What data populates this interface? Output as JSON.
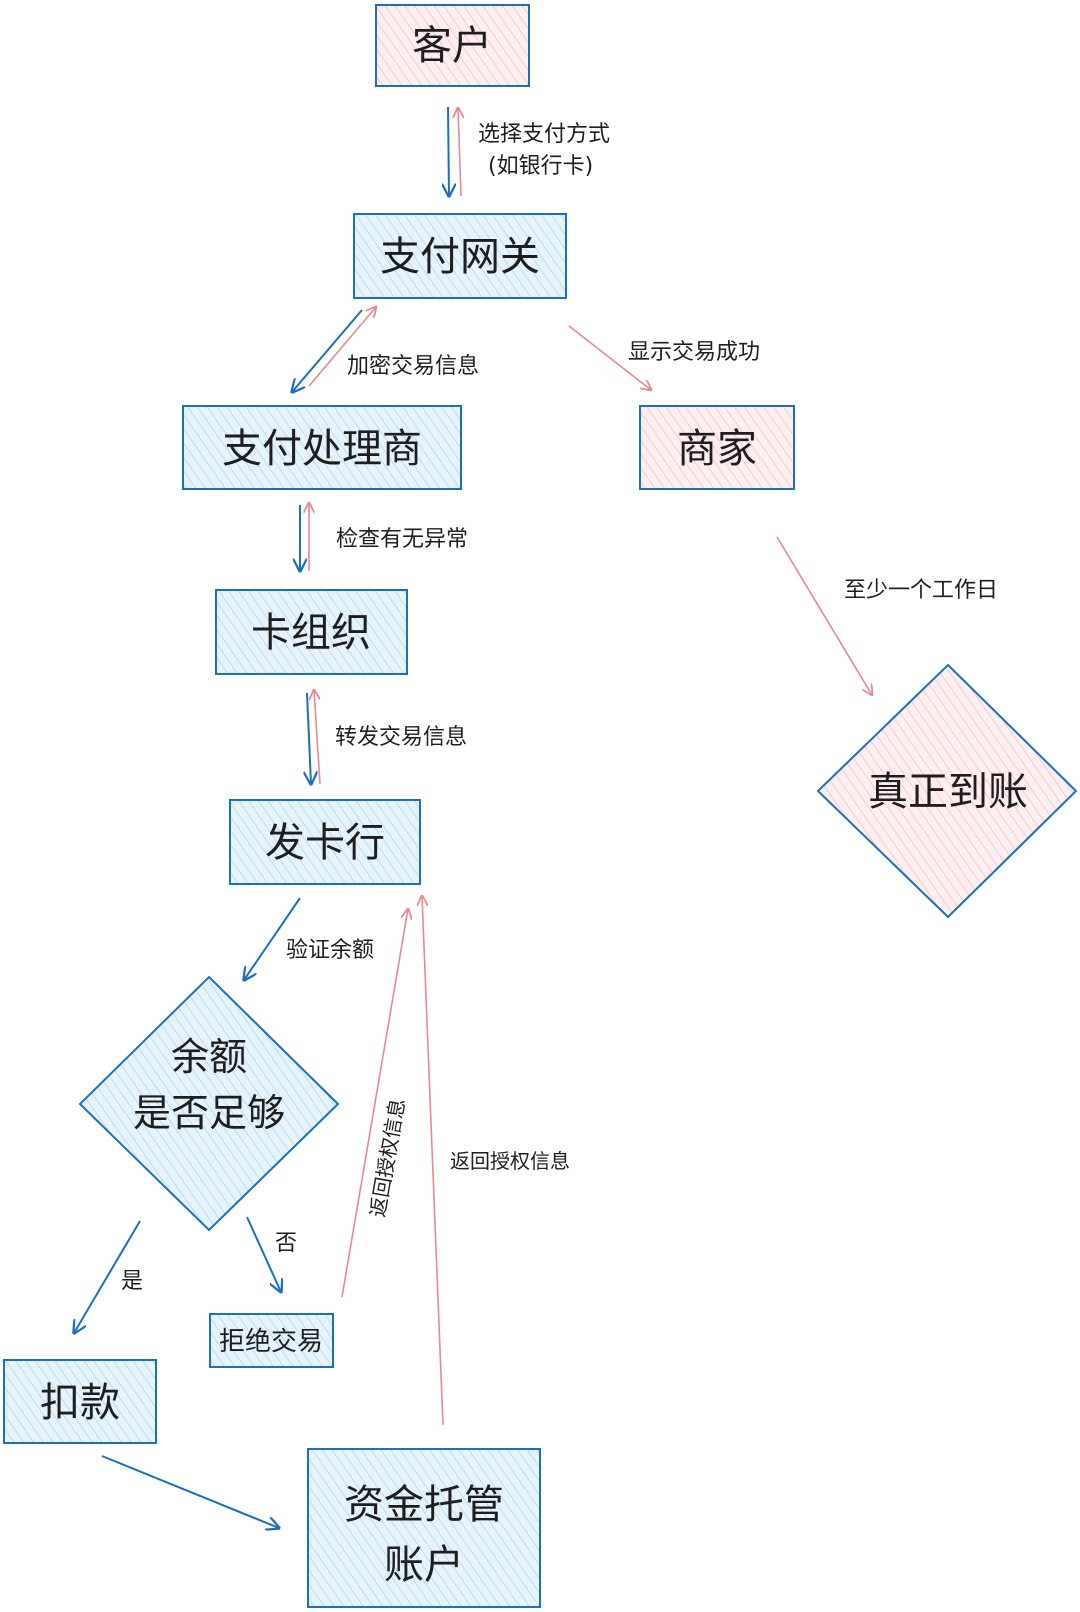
{
  "colors": {
    "blue": "#1971c2",
    "red": "#f08c8c",
    "blue_fill": "#d6ebf7",
    "red_fill": "#fbe3e6",
    "stroke_blue": "#1c6fbd",
    "stroke_red": "#e8898f"
  },
  "nodes": {
    "customer": "客户",
    "gateway": "支付网关",
    "processor": "支付处理商",
    "merchant": "商家",
    "card_org": "卡组织",
    "issuer": "发卡行",
    "balance_check_line1": "余额",
    "balance_check_line2": "是否足够",
    "reject": "拒绝交易",
    "debit": "扣款",
    "escrow_line1": "资金托管",
    "escrow_line2": "账户",
    "settled": "真正到账"
  },
  "edges": {
    "choose_payment_line1": "选择支付方式",
    "choose_payment_line2": "(如银行卡)",
    "encrypt": "加密交易信息",
    "show_success": "显示交易成功",
    "check_anomaly": "检查有无异常",
    "at_least_one_day": "至少一个工作日",
    "forward": "转发交易信息",
    "verify_balance": "验证余额",
    "no": "否",
    "yes": "是",
    "return_auth_1": "返回授权信息",
    "return_auth_2": "返回授权信息"
  }
}
